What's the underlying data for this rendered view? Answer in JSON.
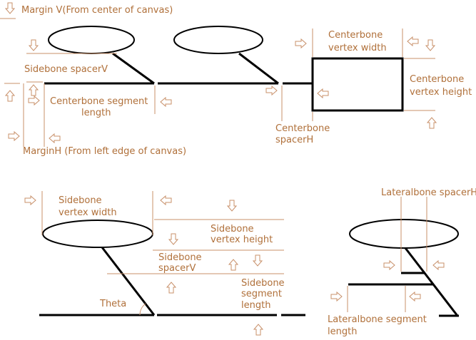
{
  "labels": {
    "margin_v": "Margin V(From center of canvas)",
    "sidebone_spacer_v": "Sidebone spacerV",
    "centerbone_segment_length_1": "Centerbone segment",
    "centerbone_segment_length_2": "length",
    "margin_h": "MarginH (From left edge of canvas)",
    "centerbone_vertex_width_1": "Centerbone",
    "centerbone_vertex_width_2": "vertex width",
    "centerbone_vertex_height_1": "Centerbone",
    "centerbone_vertex_height_2": "vertex height",
    "centerbone_spacer_h_1": "Centerbone",
    "centerbone_spacer_h_2": "spacerH",
    "sidebone_vertex_width_1": "Sidebone",
    "sidebone_vertex_width_2": "vertex width",
    "sidebone_vertex_height_1": "Sidebone",
    "sidebone_vertex_height_2": "vertex height",
    "sidebone_spacer_v2_1": "Sidebone",
    "sidebone_spacer_v2_2": "spacerV",
    "sidebone_segment_length_1": "Sidebone",
    "sidebone_segment_length_2": "segment",
    "sidebone_segment_length_3": "length",
    "theta": "Theta",
    "lateralbone_spacer_h": "Lateralbone spacerH",
    "lateralbone_segment_length_1": "Lateralbone segment",
    "lateralbone_segment_length_2": "length"
  },
  "colors": {
    "label": "#b0703a",
    "guide": "#c8906a",
    "bone": "#000000"
  }
}
